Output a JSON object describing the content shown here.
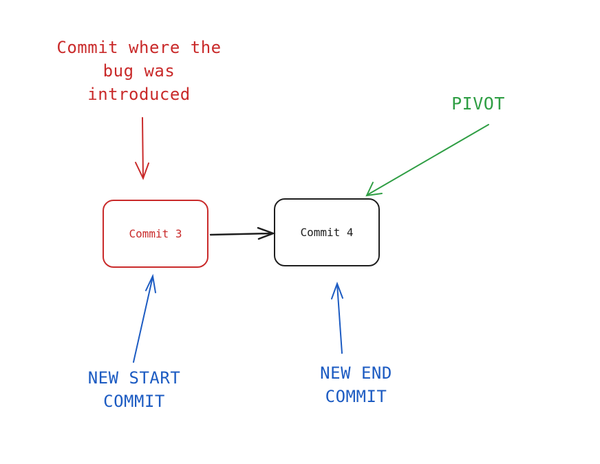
{
  "colors": {
    "bug": "#c92a2a",
    "pivot": "#2f9e44",
    "range": "#1c5bc2",
    "neutral": "#1e1e1e"
  },
  "nodes": [
    {
      "id": "commit-3",
      "label": "Commit 3",
      "color": "#c92a2a"
    },
    {
      "id": "commit-4",
      "label": "Commit 4",
      "color": "#1e1e1e"
    }
  ],
  "annotations": {
    "bug_commit": [
      "Commit where the",
      "bug was",
      "introduced"
    ],
    "pivot": "PIVOT",
    "new_start": [
      "NEW START",
      "COMMIT"
    ],
    "new_end": [
      "NEW END",
      "COMMIT"
    ]
  },
  "edges": [
    {
      "from": "commit-3",
      "to": "commit-4"
    }
  ]
}
